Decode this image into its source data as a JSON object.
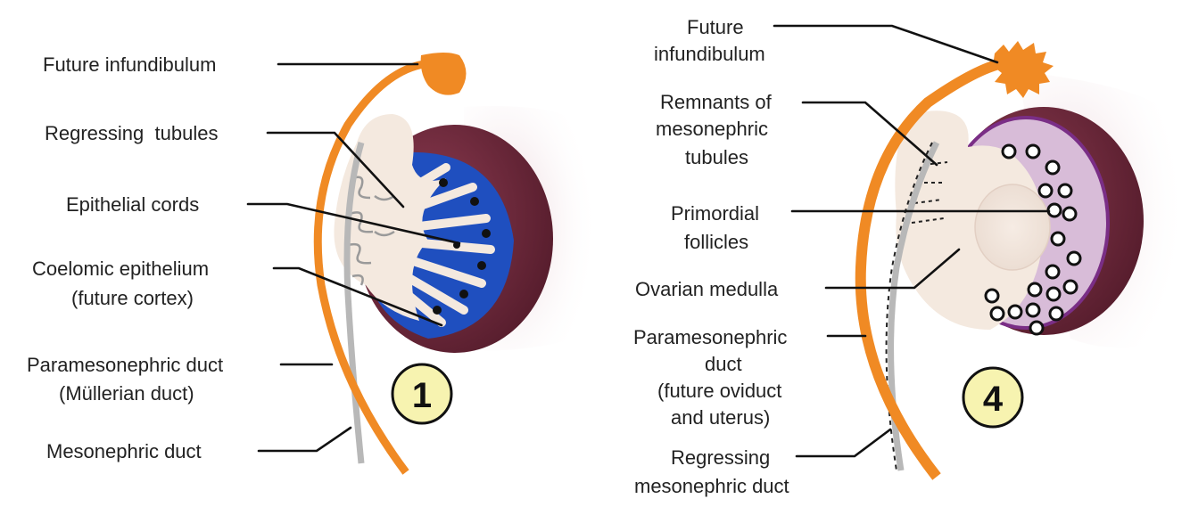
{
  "colors": {
    "duct_orange": "#f08a24",
    "tunica_purple": "#6b2436",
    "cortex_blue": "#1f4fbf",
    "stroma_cream": "#f4e9df",
    "badge_yellow": "#f7f3b0"
  },
  "panel1": {
    "badge": "1",
    "labels": {
      "infundibulum": "Future infundibulum",
      "tubules": "Regressing  tubules",
      "cords": "Epithelial cords",
      "coelomic_1": "Coelomic epithelium",
      "coelomic_2": "(future cortex)",
      "parameso_1": "Paramesonephric duct",
      "parameso_2": "(Müllerian duct)",
      "mesonephric": "Mesonephric duct"
    }
  },
  "panel4": {
    "badge": "4",
    "labels": {
      "infund_1": "Future",
      "infund_2": "infundibulum",
      "remnants_1": "Remnants of",
      "remnants_2": "mesonephric",
      "remnants_3": "tubules",
      "primordial_1": "Primordial",
      "primordial_2": "follicles",
      "medulla": "Ovarian medulla",
      "parameso_1": "Paramesonephric",
      "parameso_2": "duct",
      "parameso_3": "(future oviduct",
      "parameso_4": "and uterus)",
      "regress_1": "Regressing",
      "regress_2": "mesonephric duct"
    }
  }
}
